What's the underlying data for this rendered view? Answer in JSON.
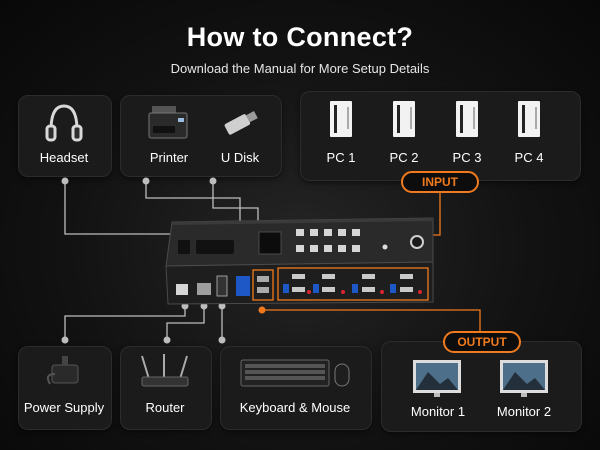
{
  "title": "How to Connect?",
  "subtitle": "Download the Manual for More Setup Details",
  "devices": {
    "headset": "Headset",
    "printer": "Printer",
    "udisk": "U Disk",
    "pc1": "PC 1",
    "pc2": "PC 2",
    "pc3": "PC 3",
    "pc4": "PC 4",
    "power": "Power Supply",
    "router": "Router",
    "kbmouse": "Keyboard & Mouse",
    "monitor1": "Monitor 1",
    "monitor2": "Monitor 2"
  },
  "input_label": "INPUT",
  "output_label": "OUTPUT",
  "colors": {
    "accent": "#f07a1d",
    "card_bg": "#1b1b1b",
    "line": "#bdbdbd"
  }
}
